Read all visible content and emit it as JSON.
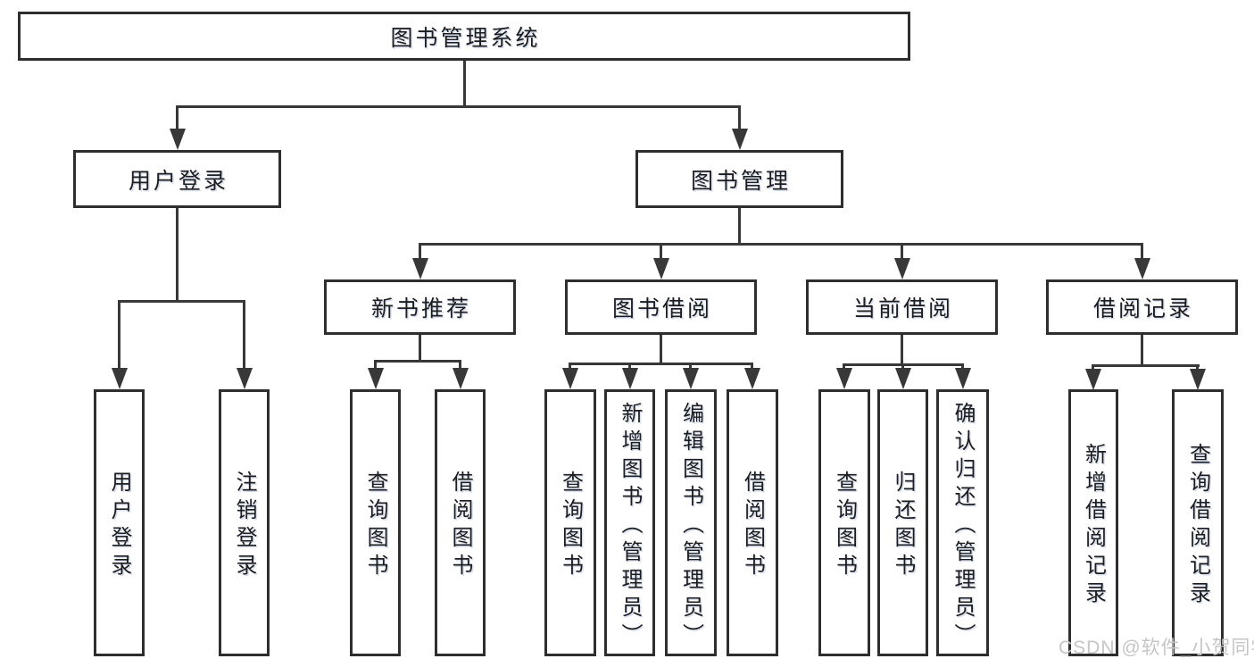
{
  "nodes": {
    "root": "图书管理系统",
    "user_login": "用户登录",
    "book_mgmt": "图书管理",
    "new_book": "新书推荐",
    "book_borrow": "图书借阅",
    "current_borrow": "当前借阅",
    "borrow_record": "借阅记录"
  },
  "leaves": {
    "user_login": [
      "用户登录",
      "注销登录"
    ],
    "new_book": [
      "查询图书",
      "借阅图书"
    ],
    "book_borrow": [
      "查询图书",
      "新增图书（管理员）",
      "编辑图书（管理员）",
      "借阅图书"
    ],
    "current_borrow": [
      "查询图书",
      "归还图书",
      "确认归还（管理员）"
    ],
    "borrow_record": [
      "新增借阅记录",
      "查询借阅记录"
    ]
  },
  "watermark": "CSDN @软件_小贺同学",
  "colors": {
    "line": "#383838",
    "border": "#2e2e2e",
    "text": "#1d1d1d",
    "watermark": "#c5c5c5",
    "background": "#ffffff"
  }
}
